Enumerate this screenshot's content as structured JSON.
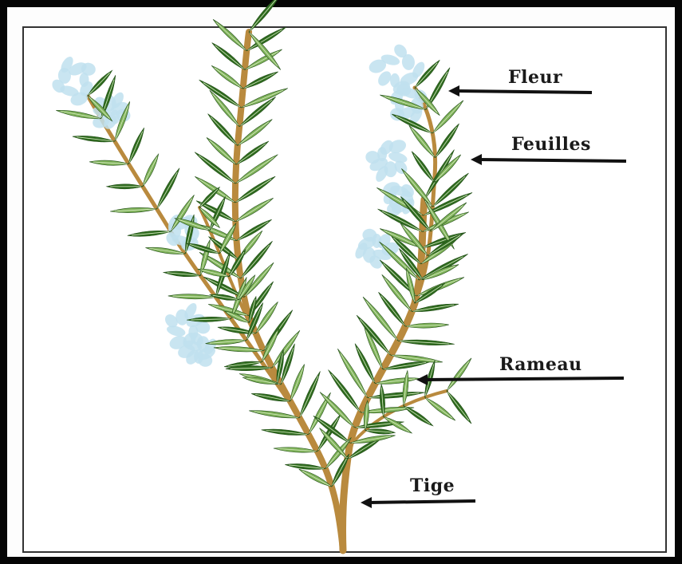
{
  "labels": {
    "flower": "Fleur",
    "leaves": "Feuilles",
    "branch": "Rameau",
    "stem": "Tige"
  },
  "colors": {
    "frame": "#050505",
    "leaf_dark": "#2f6b1f",
    "leaf_light": "#7fb25a",
    "stem": "#b98a3e",
    "flower": "#bfe0ee",
    "arrow": "#111111"
  },
  "icons": {
    "plant": "rosemary-plant-illustration"
  }
}
